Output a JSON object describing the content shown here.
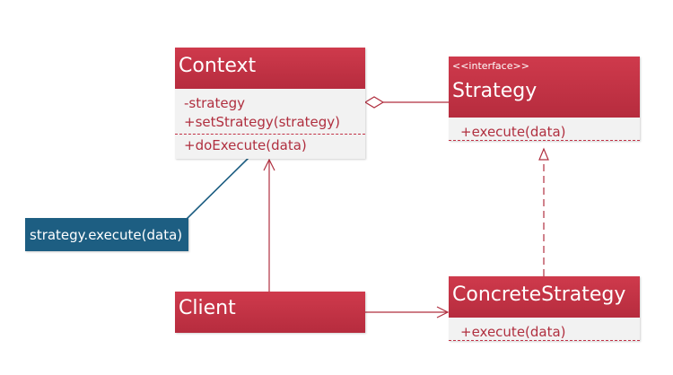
{
  "colors": {
    "class_header": "#c23246",
    "class_body": "#f2f2f2",
    "note_fill": "#1d5e82",
    "connector": "#b02f3f",
    "note_connector": "#1d5e82"
  },
  "classes": {
    "context": {
      "name": "Context",
      "attributes": [
        "-strategy",
        "+setStrategy(strategy)"
      ],
      "operations": [
        "+doExecute(data)"
      ]
    },
    "strategy": {
      "stereotype": "<<interface>>",
      "name": "Strategy",
      "operations": [
        "+execute(data)"
      ]
    },
    "client": {
      "name": "Client"
    },
    "concrete_strategy": {
      "name": "ConcreteStrategy",
      "operations": [
        "+execute(data)"
      ]
    }
  },
  "note": {
    "text": "strategy.execute(data)"
  }
}
